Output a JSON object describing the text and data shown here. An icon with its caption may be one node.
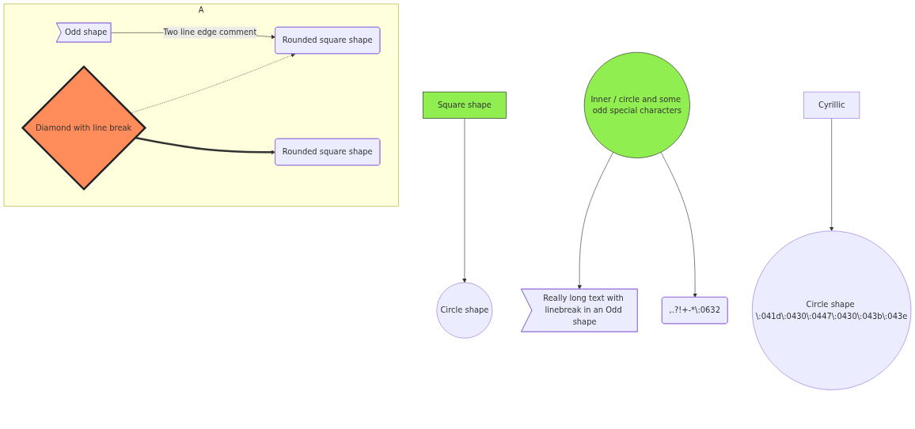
{
  "diagram": {
    "nodes": [
      {
        "text": [
          "A"
        ]
      },
      {
        "text": [
          "Odd shape"
        ],
        "in": 0
      },
      {
        "text": [
          "Rounded square shape"
        ],
        "in": 0
      },
      {
        "text": [
          "Diamond with line break"
        ],
        "in": 0
      },
      {
        "text": [
          "Rounded square shape"
        ],
        "in": 0
      },
      {
        "text": [
          "Square shape"
        ]
      },
      {
        "text": [
          "Circle shape"
        ]
      },
      {
        "text": [
          "Inner / circle and some odd special characters"
        ]
      },
      {
        "text": [
          "Really long text with linebreak in an Odd shape"
        ]
      },
      {
        "text": [
          ",.?!+-*\\:0632"
        ]
      },
      {
        "text": [
          "Cyrillic"
        ]
      },
      {
        "text": [
          "Circle shape \\:041d\\:0430\\:0447\\:0430\\:043b\\:043e"
        ]
      }
    ],
    "edges": [
      {
        "from": 1,
        "to": 2,
        "arrow": "to",
        "label": "Two line edge comment"
      },
      {
        "from": 3,
        "to": 2,
        "arrow": "to",
        "style": "dashed"
      },
      {
        "from": 3,
        "to": 4,
        "arrow": "to",
        "style": "thick"
      },
      {
        "from": 5,
        "to": 6,
        "arrow": "to"
      },
      {
        "from": 7,
        "to": 8,
        "arrow": "to"
      },
      {
        "from": 7,
        "to": 9,
        "arrow": "to"
      },
      {
        "from": 10,
        "to": 11,
        "arrow": "to"
      }
    ]
  }
}
